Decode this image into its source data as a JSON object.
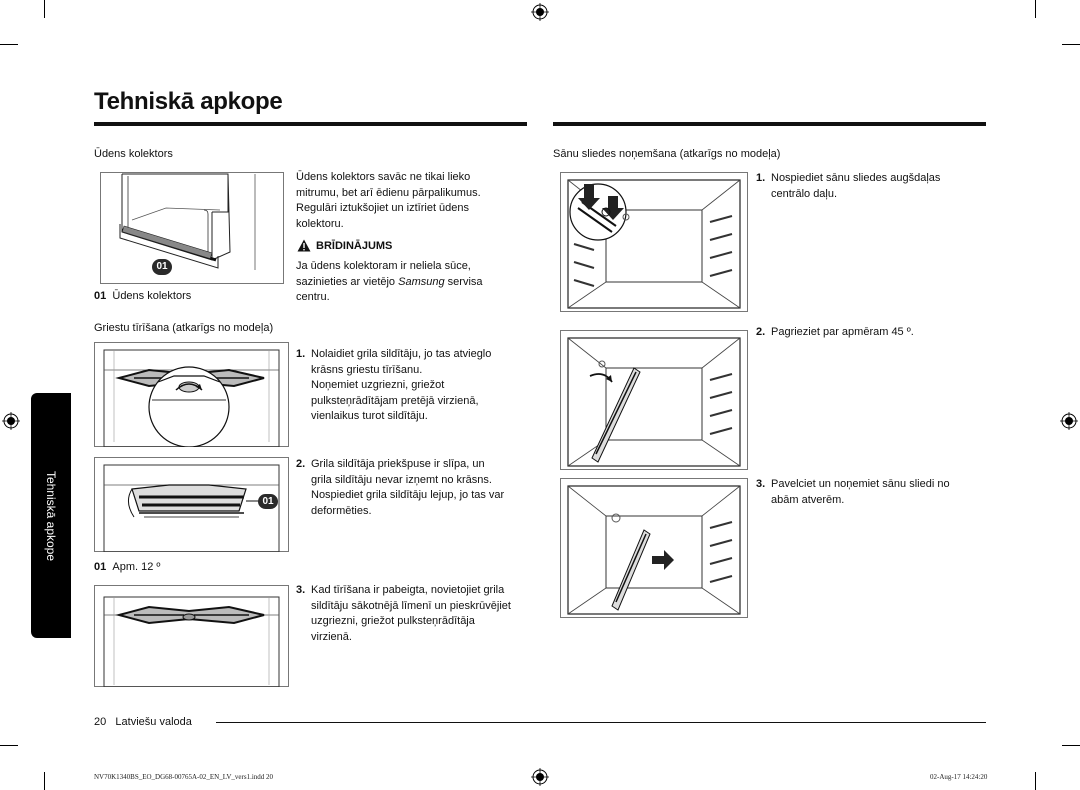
{
  "page_title": "Tehniskā apkope",
  "side_tab": "Tehniskā apkope",
  "left": {
    "water": {
      "heading": "Ūdens kolektors",
      "callout": "01",
      "caption_num": "01",
      "caption_text": "Ūdens kolektors",
      "description": [
        "Ūdens kolektors savāc ne tikai lieko",
        "mitrumu, bet arī ēdienu pārpalikumus.",
        "Regulāri iztukšojiet un iztīriet ūdens",
        "kolektoru."
      ],
      "warning_title": "BRĪDINĀJUMS",
      "warning_lines": [
        "Ja ūdens kolektoram ir neliela sūce,",
        "sazinieties ar vietējo"
      ],
      "warning_brand": "Samsung",
      "warning_tail": "servisa",
      "warning_last": "centru."
    },
    "grill": {
      "heading": "Griestu tīrīšana (atkarīgs no modeļa)",
      "steps": [
        {
          "num": "1.",
          "lines": [
            "Nolaidiet grila sildītāju, jo tas atvieglo",
            "krāsns griestu tīrīšanu.",
            "Noņemiet uzgriezni, griežot",
            "pulksteņrādītājam pretējā virzienā,",
            "vienlaikus turot sildītāju."
          ]
        },
        {
          "num": "2.",
          "lines": [
            "Grila sildītāja priekšpuse ir slīpa, un",
            "grila sildītāju nevar izņemt no krāsns.",
            "Nospiediet grila sildītāju lejup, jo tas var",
            "deformēties."
          ]
        },
        {
          "num": "3.",
          "lines": [
            "Kad tīrīšana ir pabeigta, novietojiet grila",
            "sildītāju sākotnējā līmenī un pieskrūvējiet",
            "uzgriezni, griežot pulksteņrādītāja",
            "virzienā."
          ]
        }
      ],
      "callout": "01",
      "caption_num": "01",
      "caption_text": "Apm. 12 º"
    }
  },
  "right": {
    "heading": "Sānu sliedes noņemšana (atkarīgs no modeļa)",
    "steps": [
      {
        "num": "1.",
        "lines": [
          "Nospiediet sānu sliedes augšdaļas",
          "centrālo daļu."
        ]
      },
      {
        "num": "2.",
        "lines": [
          "Pagrieziet par apmēram 45 º."
        ]
      },
      {
        "num": "3.",
        "lines": [
          "Pavelciet un noņemiet sānu sliedi no",
          "abām atverēm."
        ]
      }
    ]
  },
  "footer": {
    "page_number": "20",
    "language": "Latviešu valoda",
    "file_info": "NV70K1340BS_EO_DG68-00765A-02_EN_LV_vers1.indd   20",
    "date_info": "02-Aug-17   14:24:20"
  }
}
